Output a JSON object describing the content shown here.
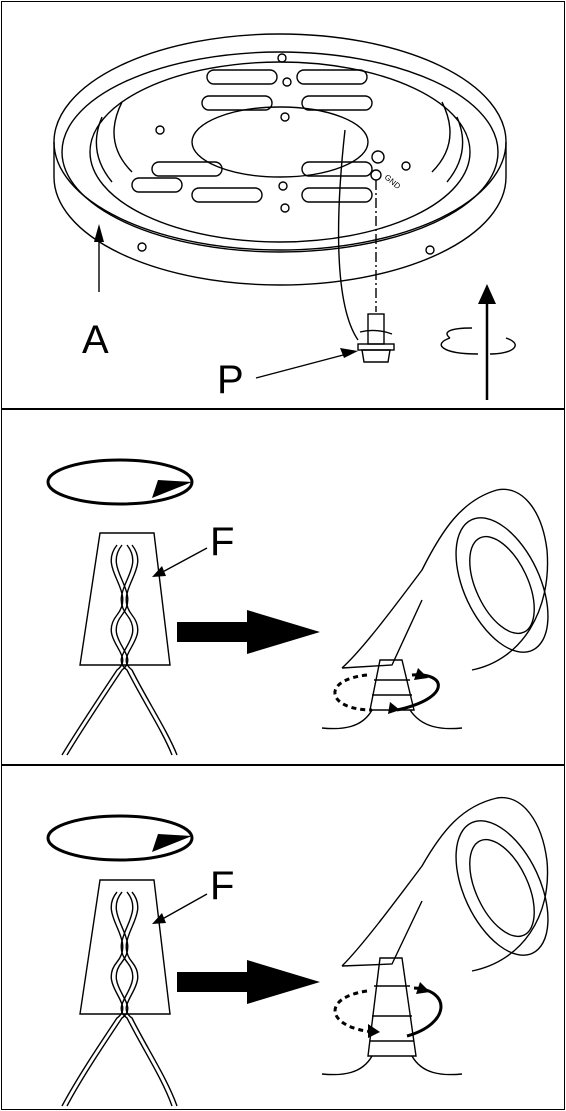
{
  "panels": [
    {
      "id": "mounting-bracket",
      "labels": {
        "a": "A",
        "p": "P",
        "gnd": "GND"
      }
    },
    {
      "id": "wire-connector-taping-1",
      "labels": {
        "f": "F"
      }
    },
    {
      "id": "wire-connector-taping-2",
      "labels": {
        "f": "F"
      }
    }
  ],
  "colors": {
    "line": "#000000",
    "background": "#ffffff"
  },
  "icons": [
    "rotate-arrow-icon",
    "up-arrow-icon",
    "twist-arrow-icon",
    "direction-arrow-icon",
    "wrap-arrow-icon"
  ]
}
